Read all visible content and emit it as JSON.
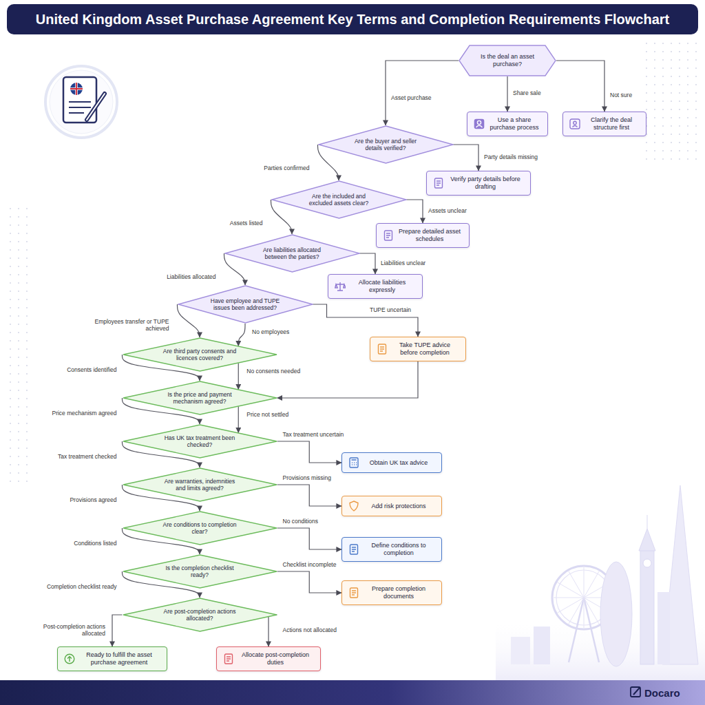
{
  "diagram": {
    "title": "United Kingdom Asset Purchase Agreement Key Terms and Completion Requirements Flowchart",
    "nodes": [
      {
        "text": [
          "Is the deal an asset purchase?"
        ]
      },
      {
        "text": [
          "Use a share purchase process"
        ]
      },
      {
        "text": [
          "Clarify the deal structure first"
        ]
      },
      {
        "text": [
          "Are the buyer and seller details verified?"
        ]
      },
      {
        "text": [
          "Verify party details before drafting"
        ]
      },
      {
        "text": [
          "Are the included and excluded assets clear?"
        ]
      },
      {
        "text": [
          "Prepare detailed asset schedules"
        ]
      },
      {
        "text": [
          "Are liabilities allocated between the parties?"
        ]
      },
      {
        "text": [
          "Allocate liabilities expressly"
        ]
      },
      {
        "text": [
          "Have employee and TUPE issues been addressed?"
        ]
      },
      {
        "text": [
          "Take TUPE advice before completion"
        ]
      },
      {
        "text": [
          "Are third party consents and licences covered?"
        ]
      },
      {
        "text": [
          "Is the price and payment mechanism agreed?"
        ]
      },
      {
        "text": [
          "Has UK tax treatment been checked?"
        ]
      },
      {
        "text": [
          "Obtain UK tax advice"
        ]
      },
      {
        "text": [
          "Are warranties, indemnities and limits agreed?"
        ]
      },
      {
        "text": [
          "Add risk protections"
        ]
      },
      {
        "text": [
          "Are conditions to completion clear?"
        ]
      },
      {
        "text": [
          "Define conditions to completion"
        ]
      },
      {
        "text": [
          "Is the completion checklist ready?"
        ]
      },
      {
        "text": [
          "Prepare completion documents"
        ]
      },
      {
        "text": [
          "Are post-completion actions allocated?"
        ]
      },
      {
        "text": [
          "Ready to fulfill the asset purchase agreement"
        ]
      },
      {
        "text": [
          "Allocate post-completion duties"
        ]
      }
    ],
    "edges": [
      {
        "from": 0,
        "to": 3,
        "label": "Asset purchase",
        "arrow": "to"
      },
      {
        "from": 0,
        "to": 1,
        "label": "Share sale",
        "arrow": "to"
      },
      {
        "from": 0,
        "to": 2,
        "label": "Not sure",
        "arrow": "to"
      },
      {
        "from": 3,
        "to": 5,
        "label": "Parties confirmed",
        "arrow": "to"
      },
      {
        "from": 3,
        "to": 4,
        "label": "Party details missing",
        "arrow": "to"
      },
      {
        "from": 5,
        "to": 7,
        "label": "Assets listed",
        "arrow": "to"
      },
      {
        "from": 5,
        "to": 6,
        "label": "Assets unclear",
        "arrow": "to"
      },
      {
        "from": 7,
        "to": 9,
        "label": "Liabilities allocated",
        "arrow": "to"
      },
      {
        "from": 7,
        "to": 8,
        "label": "Liabilities unclear",
        "arrow": "to"
      },
      {
        "from": 9,
        "to": 11,
        "label": "Employees transfer or TUPE achieved",
        "arrow": "to"
      },
      {
        "from": 9,
        "to": 11,
        "label": "No employees",
        "arrow": "to"
      },
      {
        "from": 9,
        "to": 10,
        "label": "TUPE uncertain",
        "arrow": "to"
      },
      {
        "from": 11,
        "to": 12,
        "label": "Consents identified",
        "arrow": "to"
      },
      {
        "from": 11,
        "to": 12,
        "label": "No consents needed",
        "arrow": "to"
      },
      {
        "from": 10,
        "to": 12,
        "arrow": "to"
      },
      {
        "from": 12,
        "to": 13,
        "label": "Price mechanism agreed",
        "arrow": "to"
      },
      {
        "from": 12,
        "to": 13,
        "label": "Price not settled",
        "arrow": "to"
      },
      {
        "from": 13,
        "to": 15,
        "label": "Tax treatment checked",
        "arrow": "to"
      },
      {
        "from": 13,
        "to": 14,
        "label": "Tax treatment uncertain",
        "arrow": "to"
      },
      {
        "from": 15,
        "to": 17,
        "label": "Provisions agreed",
        "arrow": "to"
      },
      {
        "from": 15,
        "to": 16,
        "label": "Provisions missing",
        "arrow": "to"
      },
      {
        "from": 17,
        "to": 19,
        "label": "Conditions listed",
        "arrow": "to"
      },
      {
        "from": 17,
        "to": 18,
        "label": "No conditions",
        "arrow": "to"
      },
      {
        "from": 19,
        "to": 21,
        "label": "Completion checklist ready",
        "arrow": "to"
      },
      {
        "from": 19,
        "to": 20,
        "label": "Checklist incomplete",
        "arrow": "to"
      },
      {
        "from": 21,
        "to": 22,
        "label": "Post-completion actions allocated",
        "arrow": "to"
      },
      {
        "from": 21,
        "to": 23,
        "label": "Actions not allocated",
        "arrow": "to"
      }
    ],
    "labels": [
      "Docaro"
    ]
  }
}
